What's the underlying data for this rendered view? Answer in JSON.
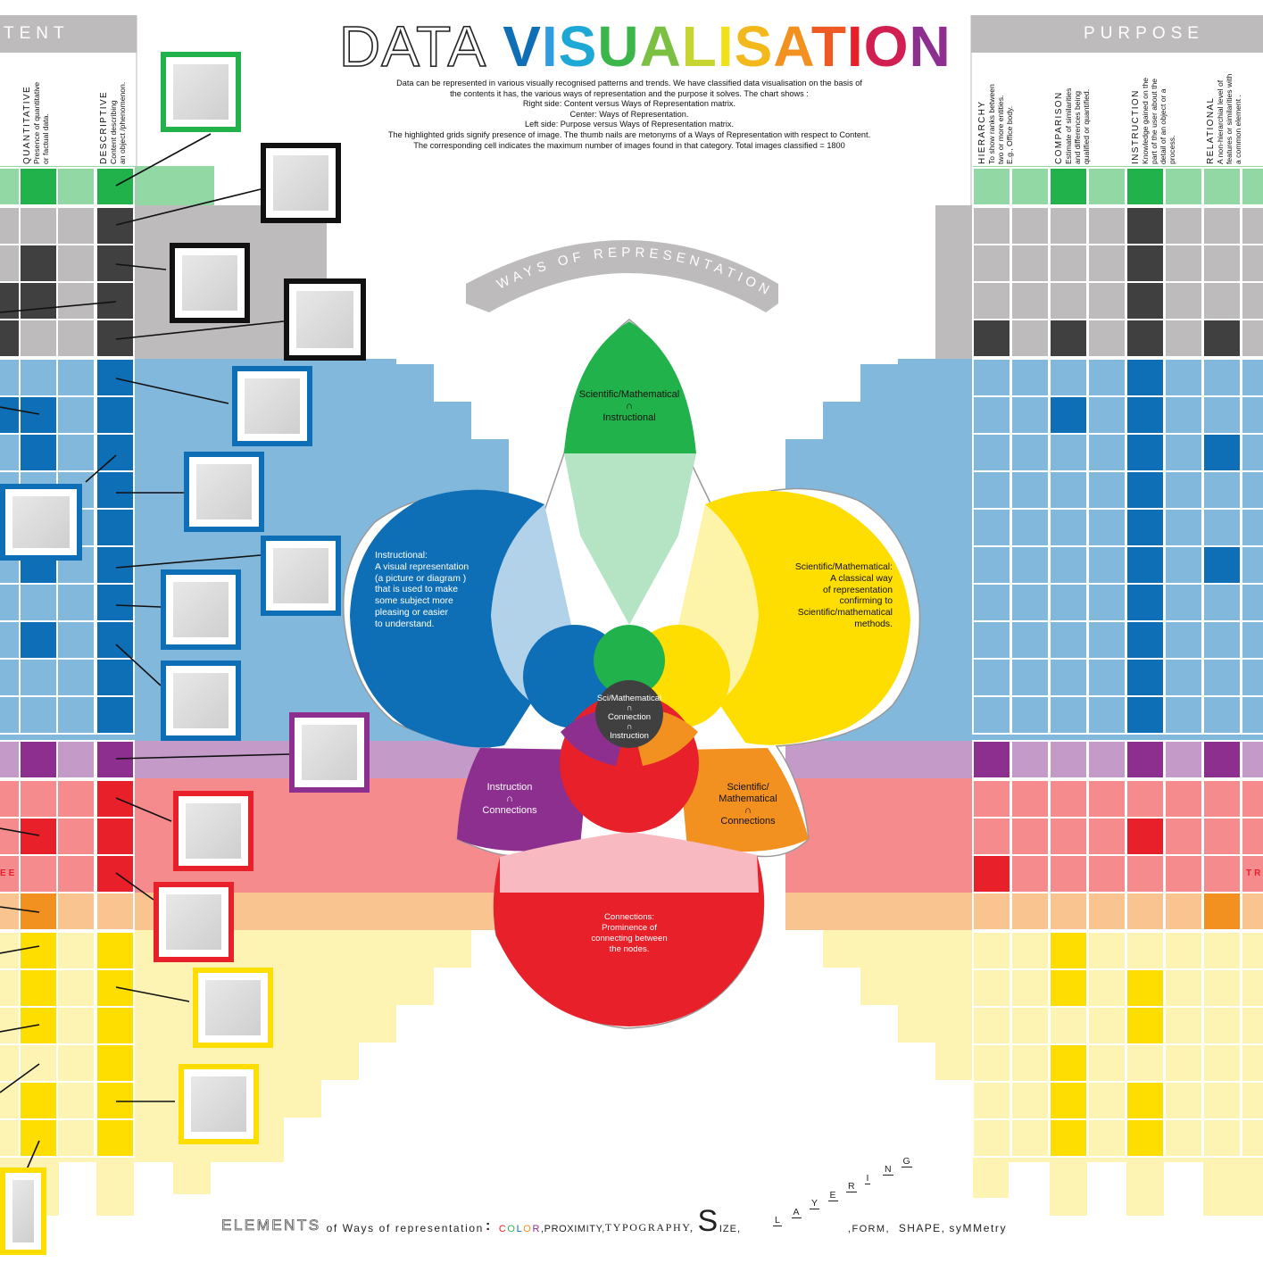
{
  "title": {
    "word1": "DATA",
    "word2_letters": [
      "V",
      "I",
      "S",
      "U",
      "A",
      "L",
      "I",
      "S",
      "A",
      "T",
      "I",
      "O",
      "N"
    ],
    "word2_colors": [
      "#0f6fb6",
      "#2d9de0",
      "#1ea8d6",
      "#3cb54a",
      "#7bc043",
      "#c7d530",
      "#f1e01c",
      "#f2b81c",
      "#f39120",
      "#ef5a24",
      "#e8202a",
      "#d21f52",
      "#8d2f8f"
    ]
  },
  "intro": [
    "Data can be represented in various visually recognised patterns and trends. We have classified data visualisation on the basis of",
    "the contents it has, the various ways of representation and the purpose it solves. The chart shows :",
    "Right side: Content versus Ways of Representation matrix.",
    "Center: Ways of Representation.",
    "Left side: Purpose versus Ways of Representation matrix.",
    "The highlighted grids signify presence of image. The thumb nails are metonyms of a Ways of Representation with respect to Content.",
    "The corresponding cell indicates the  maximum number of images found in that category. Total images classified = 1800"
  ],
  "left_header": "TENT",
  "right_header": "PURPOSE",
  "left_columns": [
    {
      "title": "QUANTITATIVE",
      "desc": [
        "Presence of quantitative",
        "or factual data."
      ]
    },
    {
      "title": "DESCRIPTIVE",
      "desc": [
        "Content describing",
        "an object /phenomenon."
      ]
    }
  ],
  "right_columns": [
    {
      "title": "HIERARCHY",
      "desc": [
        "To show ranks between",
        "two or more entities.",
        "E.g., Office body."
      ]
    },
    {
      "title": "COMPARISON",
      "desc": [
        "Estimate of similarities",
        "and differences being",
        "qualified or quantified."
      ]
    },
    {
      "title": "INSTRUCTION",
      "desc": [
        "Knowledge gained on the",
        "part of the user about the",
        "detail of an object or a",
        "process."
      ]
    },
    {
      "title": "RELATIONAL",
      "desc": [
        "A non-hierarchial level of",
        "features or similarities with",
        "a common element ."
      ]
    }
  ],
  "ways_banner": "WAYS OF REPRESENTATION",
  "petals": {
    "top": [
      "Scientific/Mathematical",
      "∩",
      "Instructional"
    ],
    "left": [
      "Instructional:",
      "A visual representation",
      "(a picture or diagram )",
      "that is used to make",
      "some subject more",
      "pleasing or easier",
      "to understand."
    ],
    "right": [
      "Scientific/Mathematical:",
      "A classical way",
      "of representation",
      "confirming to",
      "Scientific/mathematical",
      "methods."
    ],
    "center": [
      "Sci/Mathematical",
      "∩",
      "Connection",
      "∩",
      "Instruction"
    ],
    "lower_left": [
      "Instruction",
      "∩",
      "Connections"
    ],
    "lower_right": [
      "Scientific/",
      "Mathematical",
      "∩",
      "Connections"
    ],
    "bottom": [
      "Connections:",
      "Prominence of",
      "connecting between",
      "the nodes."
    ]
  },
  "tree_left": "EE",
  "tree_right": "TRE",
  "elements": {
    "prefix": "ELEMENTS",
    "of": " of Ways of representation",
    "colon": ":",
    "color_letters": [
      "C",
      "O",
      "L",
      "O",
      "R"
    ],
    "color_colors": [
      "#e8202a",
      "#3cb54a",
      "#0f6fb6",
      "#f39120",
      "#8d2f8f"
    ],
    "rest1": ",PROXIMITY,",
    "typography": "TYPOGRAPHY,",
    "size_big": "S",
    "size_rest": "IZE,",
    "layering": [
      "L",
      "A",
      "Y",
      "E",
      "R",
      "I",
      "N",
      "G"
    ],
    "form": ",FORM,",
    "shape": "SHAPE,",
    "symmetry": "syMMetry"
  },
  "colors": {
    "grey": "#bdbbbb",
    "dark": "#404041",
    "blue_bg": "#82b8dc",
    "blue": "#0f6fb6",
    "purple_bg": "#c49bc8",
    "purple": "#8d2f8f",
    "red_bg": "#f68b8e",
    "red": "#e8202a",
    "orange_bg": "#f9c48f",
    "orange": "#f39120",
    "yellow_bg": "#fdf4b4",
    "yellow": "#fedd00",
    "green_bg": "#92d8a4",
    "green": "#22b24c"
  }
}
